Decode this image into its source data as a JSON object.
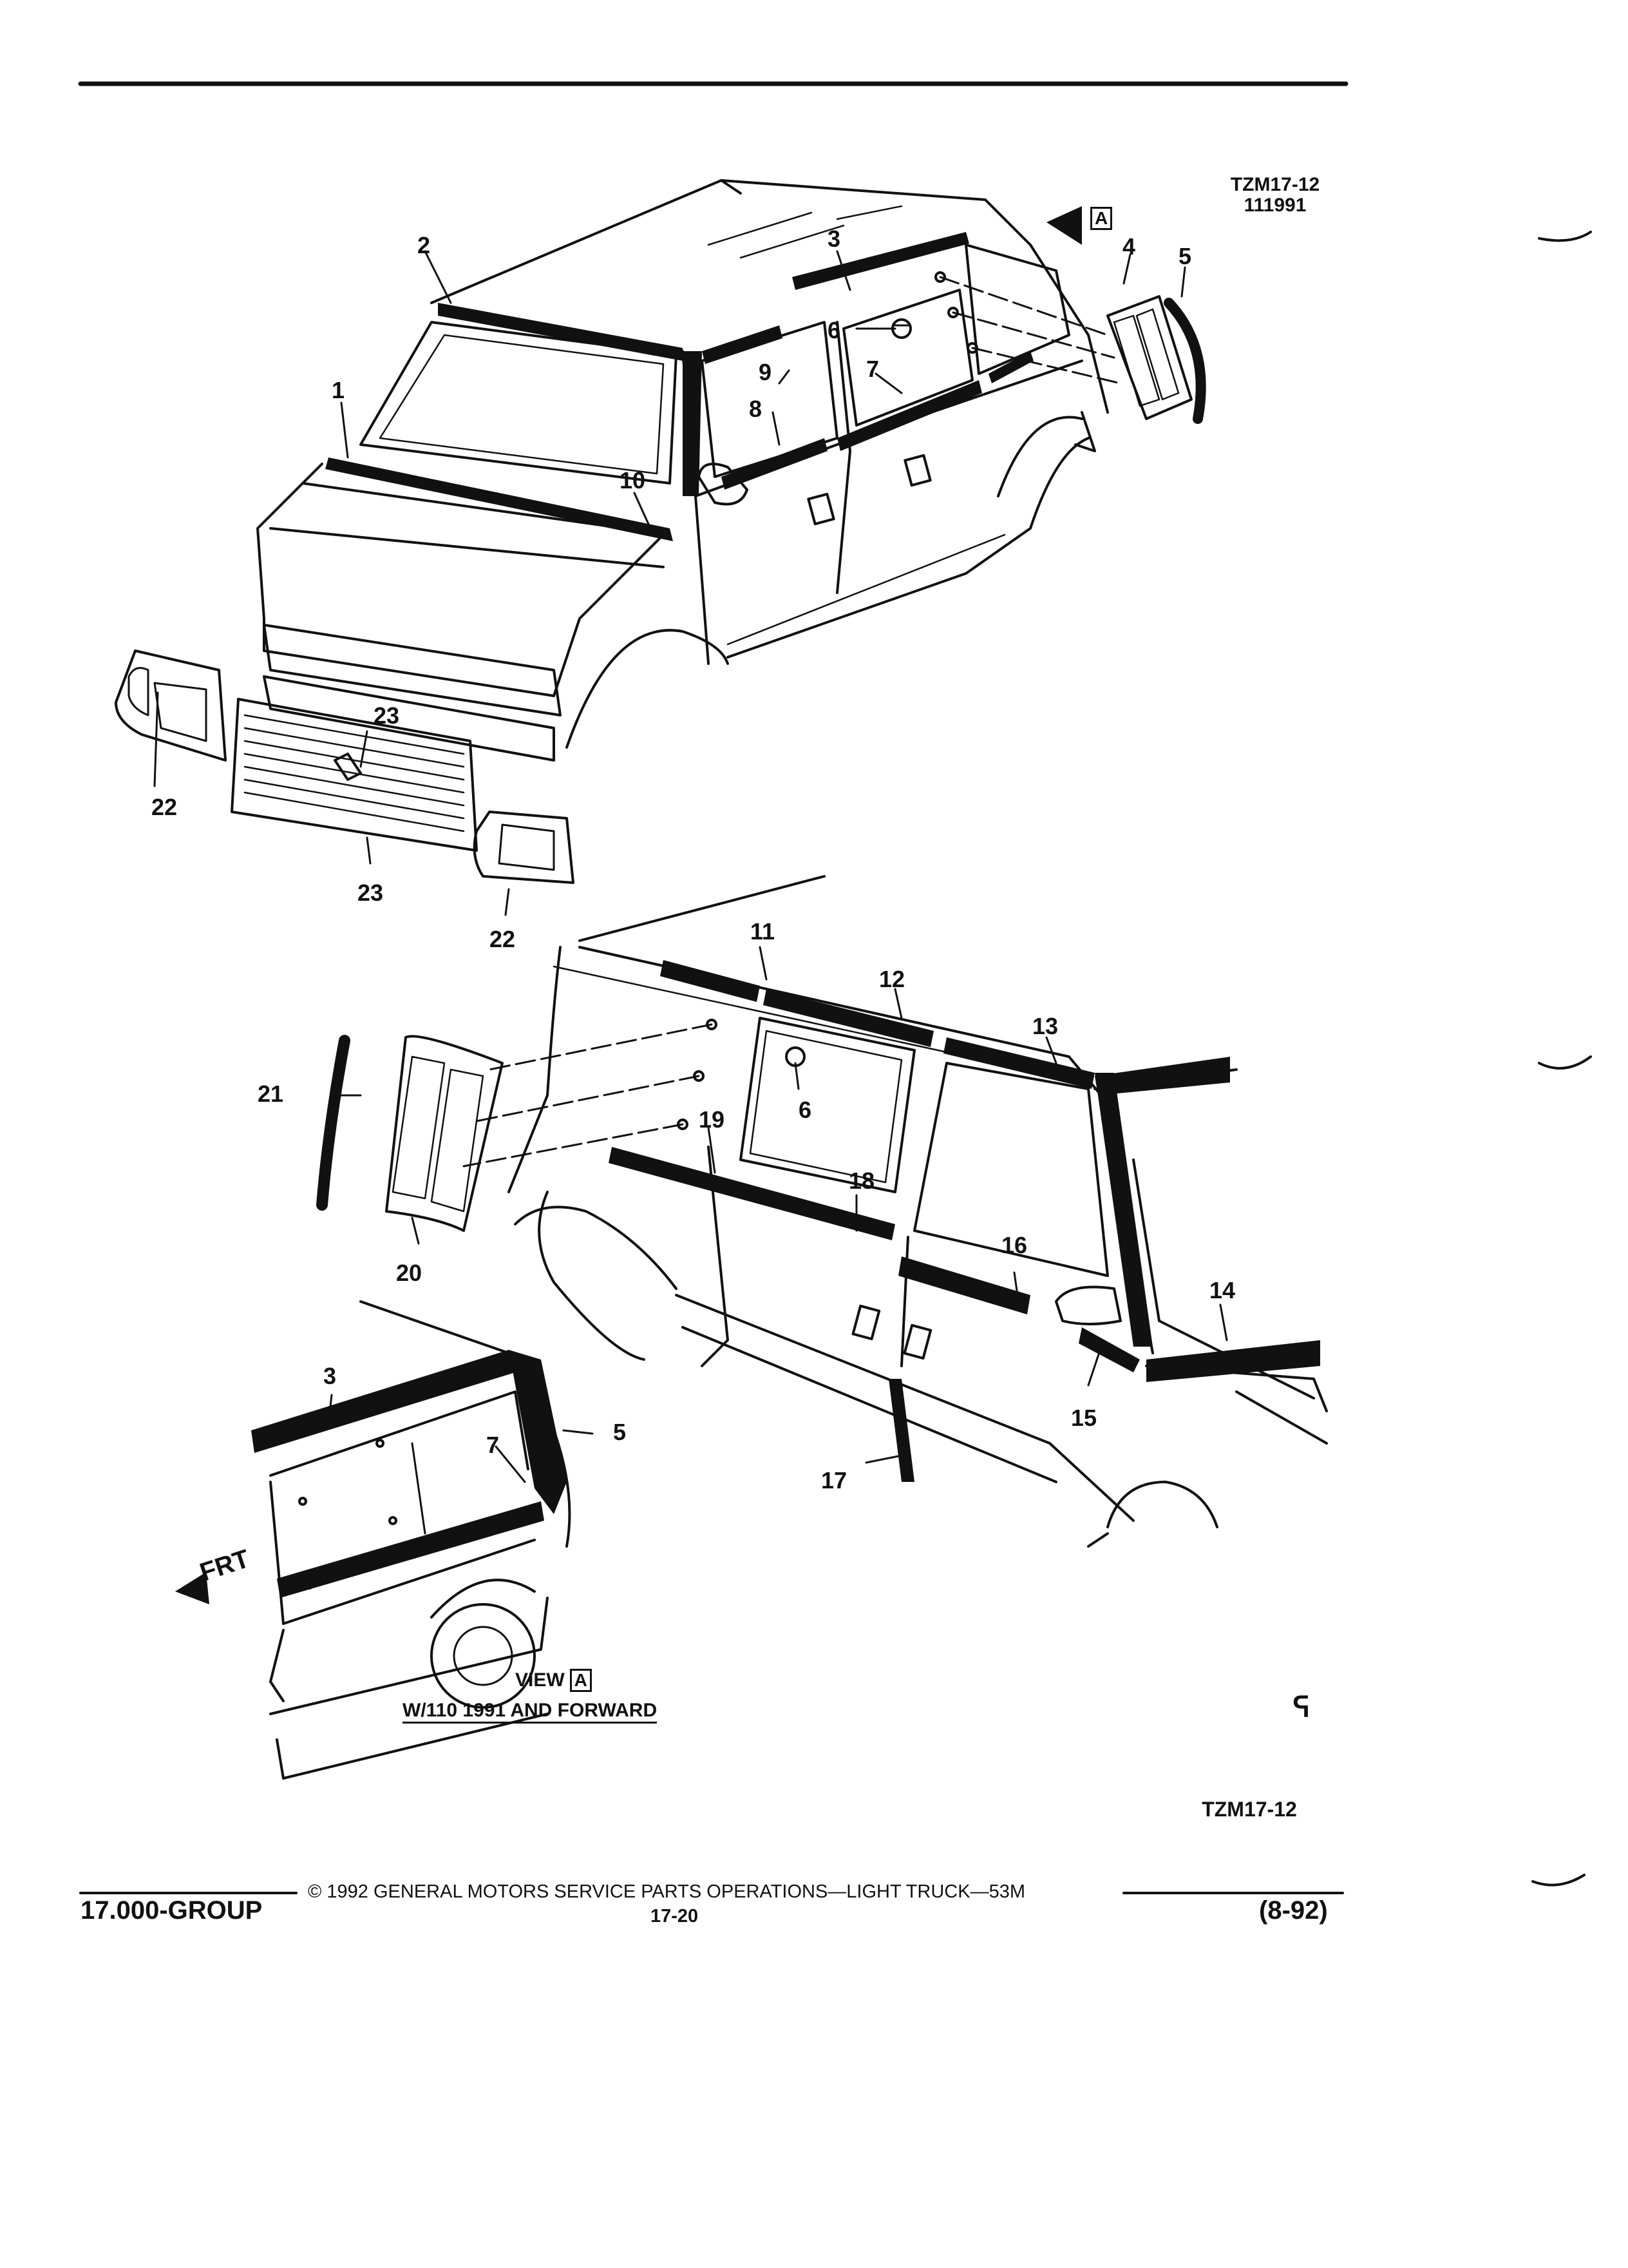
{
  "header": {
    "figure_id": "TZM17-12",
    "figure_date": "111991"
  },
  "view": {
    "prefix": "VIEW",
    "box_letter": "A",
    "note": "W/110 1991 AND FORWARD"
  },
  "arrow_box_letter": "A",
  "frt_label": "FRT",
  "figure_code_bottom": "TZM17-12",
  "callouts": {
    "c1": "1",
    "c2": "2",
    "c3_top": "3",
    "c4": "4",
    "c5_top": "5",
    "c6_top": "6",
    "c7_top": "7",
    "c8": "8",
    "c9": "9",
    "c10": "10",
    "c11": "11",
    "c12": "12",
    "c13": "13",
    "c14": "14",
    "c15": "15",
    "c16": "16",
    "c17": "17",
    "c18": "18",
    "c19": "19",
    "c20": "20",
    "c21": "21",
    "c22_left": "22",
    "c22_right": "22",
    "c23_top": "23",
    "c23_bottom": "23",
    "c6_mid": "6",
    "c3_view": "3",
    "c7_view": "7",
    "c5_view": "5"
  },
  "footer": {
    "group": "17.000-GROUP",
    "copyright": "© 1992 GENERAL MOTORS SERVICE PARTS OPERATIONS—LIGHT TRUCK—53M",
    "page": "17-20",
    "revision": "(8-92)"
  },
  "colors": {
    "ink": "#111111",
    "paper": "#ffffff"
  }
}
